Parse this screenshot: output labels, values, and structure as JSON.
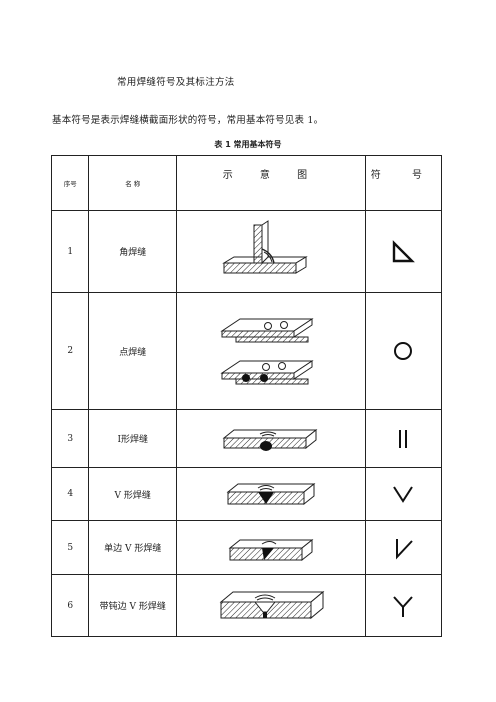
{
  "title": "常用焊缝符号及其标注方法",
  "intro": "基本符号是表示焊缝横截面形状的符号，常用基本符号见表 1。",
  "table_caption": "表 1   常用基本符号",
  "headers": {
    "num": "序号",
    "name": "名  称",
    "figure": "示 意 图",
    "symbol": "符 号"
  },
  "rows": [
    {
      "num": "1",
      "name": "角焊缝",
      "symbol_icon": "fillet-weld-triangle-icon"
    },
    {
      "num": "2",
      "name": "点焊缝",
      "symbol_icon": "spot-weld-circle-icon"
    },
    {
      "num": "3",
      "name": "Ⅰ形焊缝",
      "symbol_icon": "square-butt-double-bar-icon"
    },
    {
      "num": "4",
      "name": "V 形焊缝",
      "symbol_icon": "v-groove-icon"
    },
    {
      "num": "5",
      "name": "单边 V 形焊缝",
      "symbol_icon": "single-bevel-icon"
    },
    {
      "num": "6",
      "name": "带钝边 V 形焊缝",
      "symbol_icon": "y-groove-icon"
    }
  ]
}
